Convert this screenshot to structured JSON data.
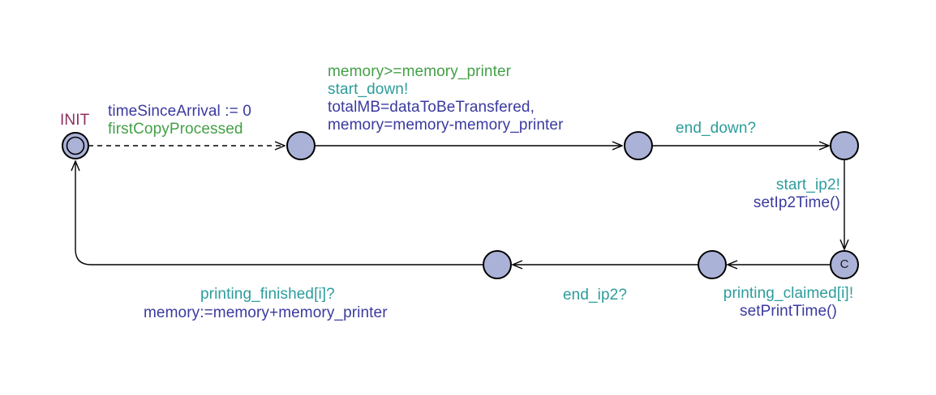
{
  "automaton": {
    "locations": {
      "init": {
        "name": "INIT"
      },
      "committed": {
        "label": "C"
      }
    },
    "edges": {
      "init_to_a": {
        "update": "timeSinceArrival := 0",
        "guard": "firstCopyProcessed"
      },
      "a_to_b": {
        "guard": "memory>=memory_printer",
        "sync": "start_down!",
        "update1": "totalMB=dataToBeTransfered,",
        "update2": "memory=memory-memory_printer"
      },
      "b_to_c": {
        "sync": "end_down?"
      },
      "c_to_committed": {
        "sync": "start_ip2!",
        "update": "setIp2Time()"
      },
      "committed_to_d": {
        "sync": "printing_claimed[i]!",
        "update": "setPrintTime()"
      },
      "d_to_e": {
        "sync": "end_ip2?"
      },
      "e_to_init": {
        "sync": "printing_finished[i]?",
        "update": "memory:=memory+memory_printer"
      }
    },
    "colors": {
      "guard": "#43a047",
      "sync": "#2d9c9c",
      "update": "#3a3a9f",
      "location_name": "#8e3063",
      "location_fill": "#abb2d8",
      "stroke": "#000000"
    }
  }
}
